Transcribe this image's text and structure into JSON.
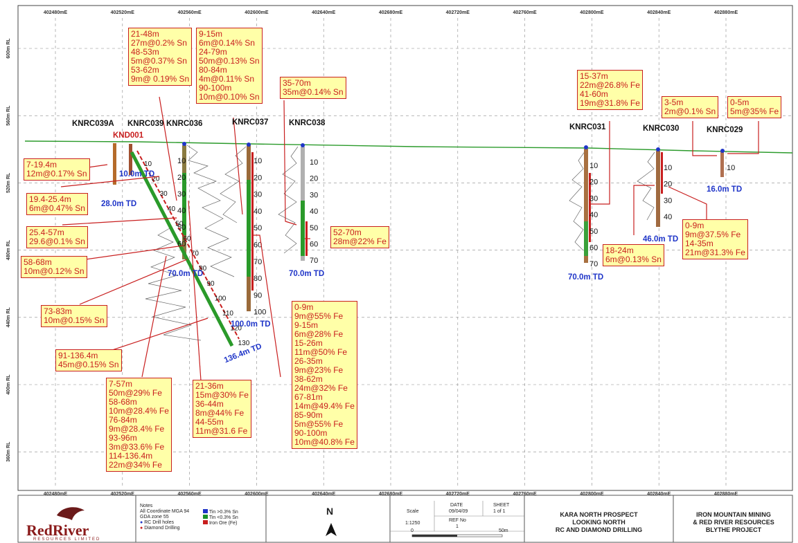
{
  "eastings": [
    "402480mE",
    "402520mE",
    "402560mE",
    "402600mE",
    "402640mE",
    "402680mE",
    "402720mE",
    "402760mE",
    "402800mE",
    "402840mE",
    "402880mE"
  ],
  "elevations": [
    "600m RL",
    "560m RL",
    "520m RL",
    "480m RL",
    "440m RL",
    "400m RL",
    "360m RL"
  ],
  "holes": [
    {
      "name": "KNRC039A",
      "td": ""
    },
    {
      "name": "KND001",
      "td": "10.0m TD"
    },
    {
      "name": "KNRC039",
      "td": "28.0m TD"
    },
    {
      "name": "KNRC036",
      "td": "70.0m TD"
    },
    {
      "name": "KNRC037",
      "td": "100.0m TD"
    },
    {
      "name": "KNRC038",
      "td": "70.0m TD"
    },
    {
      "name": "KNRC031",
      "td": "70.0m TD"
    },
    {
      "name": "KNRC030",
      "td": "46.0m TD"
    },
    {
      "name": "KNRC029",
      "td": "16.0m TD"
    },
    {
      "name": "",
      "td": "136.4m TD"
    }
  ],
  "depth_ticks": {
    "knrc037": [
      "10",
      "20",
      "30",
      "40",
      "50",
      "60",
      "70",
      "80",
      "90",
      "100"
    ],
    "knrc038": [
      "10",
      "20",
      "30",
      "40",
      "50",
      "60",
      "70"
    ],
    "knrc031": [
      "10",
      "20",
      "30",
      "40",
      "50",
      "60",
      "70"
    ],
    "knrc030": [
      "10",
      "20",
      "30",
      "40"
    ],
    "knrc029": [
      "10"
    ],
    "knrc036": [
      "10",
      "20",
      "30",
      "40",
      "50",
      "60"
    ],
    "incline": [
      "10",
      "20",
      "30",
      "40",
      "50",
      "60",
      "70",
      "80",
      "90",
      "100",
      "110",
      "120",
      "130"
    ]
  },
  "callouts": [
    [
      "21-48m",
      "27m@0.2% Sn",
      "48-53m",
      "5m@0.37% Sn",
      "53-62m",
      "9m@ 0.19% Sn"
    ],
    [
      "9-15m",
      "6m@0.14% Sn",
      "24-79m",
      "50m@0.13% Sn",
      "80-84m",
      "4m@0.11% Sn",
      "90-100m",
      "10m@0.10% Sn"
    ],
    [
      "35-70m",
      "35m@0.14% Sn"
    ],
    [
      "15-37m",
      "22m@26.8% Fe",
      "41-60m",
      "19m@31.8% Fe"
    ],
    [
      "3-5m",
      "2m@0.1% Sn"
    ],
    [
      "0-5m",
      "5m@35% Fe"
    ],
    [
      "7-19.4m",
      "12m@0.17% Sn"
    ],
    [
      "19.4-25.4m",
      "6m@0.47% Sn"
    ],
    [
      "25.4-57m",
      "29.6@0.1% Sn"
    ],
    [
      "58-68m",
      "10m@0.12% Sn"
    ],
    [
      "73-83m",
      "10m@0.15% Sn"
    ],
    [
      "91-136.4m",
      "45m@0.15% Sn"
    ],
    [
      "52-70m",
      "28m@22% Fe"
    ],
    [
      "0-9m",
      "9m@37.5% Fe",
      "14-35m",
      "21m@31.3% Fe"
    ],
    [
      "18-24m",
      "6m@0.13% Sn"
    ],
    [
      "7-57m",
      "50m@29% Fe",
      "58-68m",
      "10m@28.4% Fe",
      "76-84m",
      "9m@28.4% Fe",
      "93-96m",
      "3m@33.6% Fe",
      "114-136.4m",
      "22m@34% Fe"
    ],
    [
      "21-36m",
      "15m@30% Fe",
      "36-44m",
      "8m@44% Fe",
      "44-55m",
      "11m@31.6 Fe"
    ],
    [
      "0-9m",
      "9m@55% Fe",
      "9-15m",
      "6m@28% Fe",
      "15-26m",
      "11m@50% Fe",
      "26-35m",
      "9m@23% Fe",
      "38-62m",
      "24m@32% Fe",
      "67-81m",
      "14m@49.4% Fe",
      "85-90m",
      "5m@55% Fe",
      "90-100m",
      "10m@40.8% Fe"
    ]
  ],
  "title_block": {
    "logo_main": "RedRiver",
    "logo_sub": "RESOURCES LIMITED",
    "notes_title": "Notes",
    "notes_lines": [
      "All Coordinate MGA 94",
      "GDA zone 55"
    ],
    "legend_holes": [
      {
        "label": "RC Drill holes",
        "color": "#1f35c8"
      },
      {
        "label": "Diamond Drilling",
        "color": "#c81e1e"
      }
    ],
    "legend_assays": [
      {
        "label": "Tin >0.3% Sn",
        "color": "#1f35c8"
      },
      {
        "label": "Tin <0.3% Sn",
        "color": "#1a8f2a"
      },
      {
        "label": "Iron Ore (Fe)",
        "color": "#c81e1e"
      }
    ],
    "north": "N",
    "scale_label": "Scale",
    "scale_value": "1:1250",
    "date_label": "DATE",
    "date_value": "09/04/09",
    "sheet_label": "SHEET",
    "sheet_value": "1 of 1",
    "ref_label": "REF No",
    "ref_value": "1",
    "scalebar_left": "0",
    "scalebar_right": "50m",
    "project_title": [
      "KARA NORTH PROSPECT",
      "LOOKING NORTH",
      "RC AND DIAMOND DRILLING"
    ],
    "company_title": [
      "IRON MOUNTAIN MINING",
      "& RED RIVER RESOURCES",
      "BLYTHE PROJECT"
    ]
  },
  "colors": {
    "callout_border": "#c81e1e",
    "callout_fill": "#ffffa8",
    "surface": "#2a9a2a",
    "td_text": "#1f35c8",
    "sn_high": "#1f35c8",
    "sn_low": "#1a8f2a",
    "fe": "#c81e1e"
  }
}
